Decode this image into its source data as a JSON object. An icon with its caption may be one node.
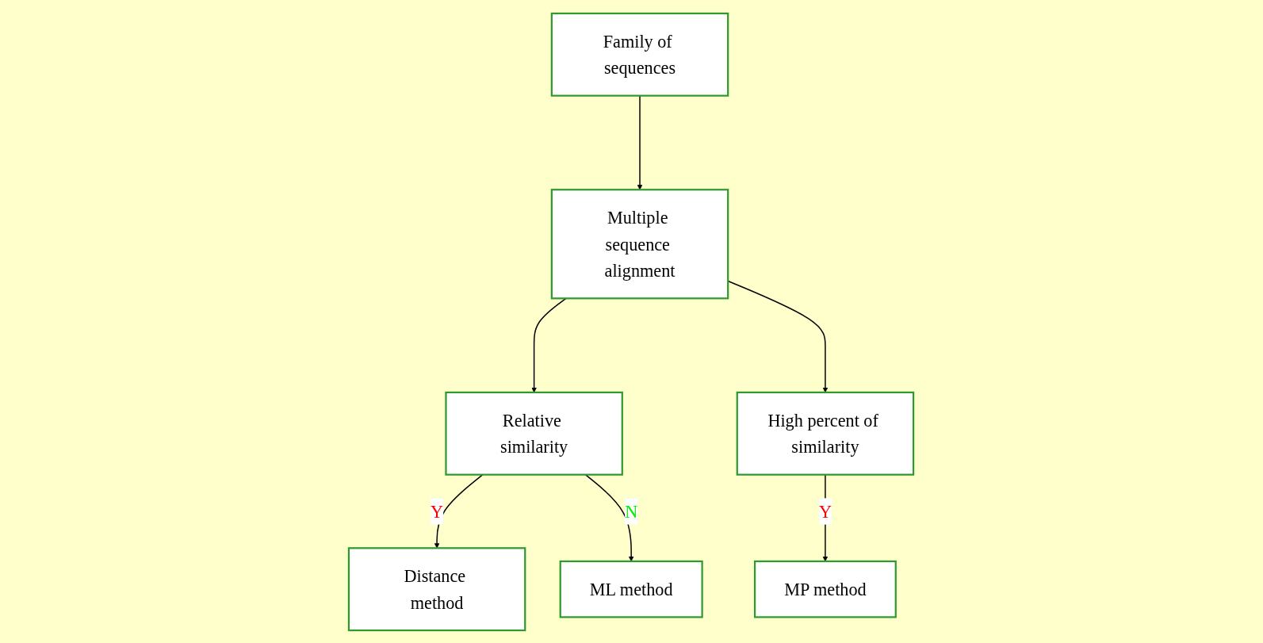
{
  "diagram": {
    "nodes": [
      {
        "text": [
          "Family of sequences"
        ]
      },
      {
        "text": [
          "Multiple sequence alignment"
        ]
      },
      {
        "text": [
          "Distance method"
        ]
      },
      {
        "text": [
          "Relative similarity"
        ]
      },
      {
        "text": [
          "High percent of similarity"
        ]
      },
      {
        "text": [
          "ML method"
        ]
      },
      {
        "text": [
          "MP method"
        ]
      }
    ],
    "edges": [
      {
        "from": 0,
        "to": 1,
        "arrow": "to"
      },
      {
        "from": 1,
        "to": 3,
        "arrow": "to"
      },
      {
        "from": 1,
        "to": 4,
        "arrow": "to"
      },
      {
        "from": 3,
        "to": 2,
        "arrow": "to",
        "label": "Y"
      },
      {
        "from": 3,
        "to": 5,
        "arrow": "to",
        "label": "N"
      },
      {
        "from": 4,
        "to": 6,
        "arrow": "to",
        "label": "Y"
      }
    ]
  }
}
